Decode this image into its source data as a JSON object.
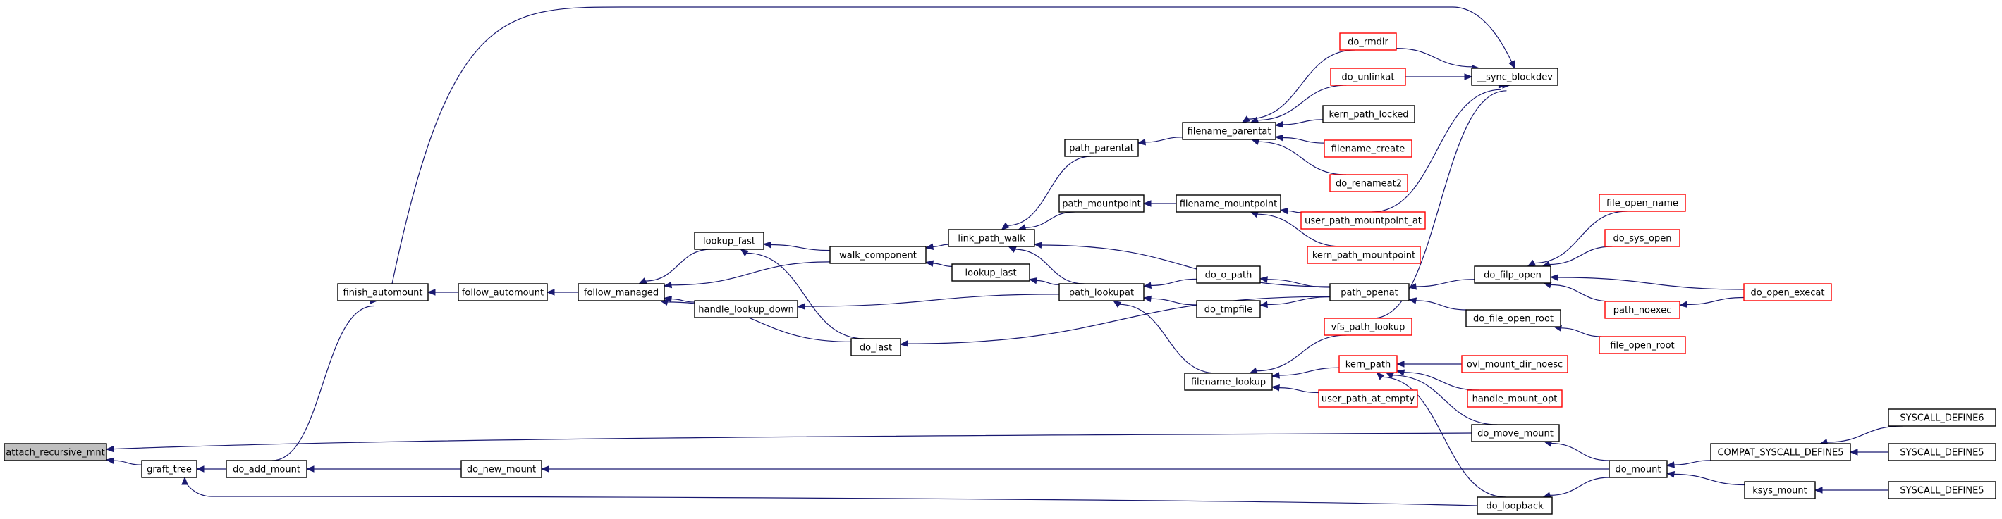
{
  "diagram": {
    "title": "",
    "colors": {
      "edge": "#191970",
      "root_fill": "#bfbfbf",
      "root_border": "#000000",
      "node_border": "#000000",
      "truncated_border": "#ff0000",
      "node_fill": "#ffffff"
    },
    "nodes": {
      "attach_recursive_mnt": {
        "label": "attach_recursive_mnt",
        "style": "root"
      },
      "graft_tree": {
        "label": "graft_tree",
        "style": "normal"
      },
      "do_add_mount": {
        "label": "do_add_mount",
        "style": "normal"
      },
      "finish_automount": {
        "label": "finish_automount",
        "style": "normal"
      },
      "follow_automount": {
        "label": "follow_automount",
        "style": "normal"
      },
      "follow_managed": {
        "label": "follow_managed",
        "style": "normal"
      },
      "lookup_fast": {
        "label": "lookup_fast",
        "style": "normal"
      },
      "handle_lookup_down": {
        "label": "handle_lookup_down",
        "style": "normal"
      },
      "do_last": {
        "label": "do_last",
        "style": "normal"
      },
      "walk_component": {
        "label": "walk_component",
        "style": "normal"
      },
      "link_path_walk": {
        "label": "link_path_walk",
        "style": "normal"
      },
      "lookup_last": {
        "label": "lookup_last",
        "style": "normal"
      },
      "path_parentat": {
        "label": "path_parentat",
        "style": "normal"
      },
      "path_mountpoint": {
        "label": "path_mountpoint",
        "style": "normal"
      },
      "path_lookupat": {
        "label": "path_lookupat",
        "style": "normal"
      },
      "filename_parentat": {
        "label": "filename_parentat",
        "style": "normal"
      },
      "filename_mountpoint": {
        "label": "filename_mountpoint",
        "style": "normal"
      },
      "do_o_path": {
        "label": "do_o_path",
        "style": "normal"
      },
      "do_tmpfile": {
        "label": "do_tmpfile",
        "style": "normal"
      },
      "filename_lookup": {
        "label": "filename_lookup",
        "style": "normal"
      },
      "do_rmdir": {
        "label": "do_rmdir",
        "style": "truncated"
      },
      "do_unlinkat": {
        "label": "do_unlinkat",
        "style": "truncated"
      },
      "kern_path_locked": {
        "label": "kern_path_locked",
        "style": "normal"
      },
      "filename_create": {
        "label": "filename_create",
        "style": "truncated"
      },
      "do_renameat2": {
        "label": "do_renameat2",
        "style": "truncated"
      },
      "user_path_mountpoint_at": {
        "label": "user_path_mountpoint_at",
        "style": "truncated"
      },
      "kern_path_mountpoint": {
        "label": "kern_path_mountpoint",
        "style": "truncated"
      },
      "path_openat": {
        "label": "path_openat",
        "style": "normal"
      },
      "vfs_path_lookup": {
        "label": "vfs_path_lookup",
        "style": "truncated"
      },
      "kern_path": {
        "label": "kern_path",
        "style": "truncated"
      },
      "user_path_at_empty": {
        "label": "user_path_at_empty",
        "style": "truncated"
      },
      "sync_blockdev": {
        "label": "__sync_blockdev",
        "style": "normal"
      },
      "do_filp_open": {
        "label": "do_filp_open",
        "style": "normal"
      },
      "do_file_open_root": {
        "label": "do_file_open_root",
        "style": "normal"
      },
      "ovl_mount_dir_noesc": {
        "label": "ovl_mount_dir_noesc",
        "style": "truncated"
      },
      "handle_mount_opt": {
        "label": "handle_mount_opt",
        "style": "truncated"
      },
      "do_move_mount": {
        "label": "do_move_mount",
        "style": "normal"
      },
      "do_loopback": {
        "label": "do_loopback",
        "style": "normal"
      },
      "do_new_mount": {
        "label": "do_new_mount",
        "style": "normal"
      },
      "file_open_name": {
        "label": "file_open_name",
        "style": "truncated"
      },
      "do_sys_open": {
        "label": "do_sys_open",
        "style": "truncated"
      },
      "path_noexec": {
        "label": "path_noexec",
        "style": "truncated"
      },
      "do_open_execat": {
        "label": "do_open_execat",
        "style": "truncated"
      },
      "file_open_root": {
        "label": "file_open_root",
        "style": "truncated"
      },
      "do_mount": {
        "label": "do_mount",
        "style": "normal"
      },
      "compat_syscall_define5": {
        "label": "COMPAT_SYSCALL_DEFINE5",
        "style": "normal"
      },
      "ksys_mount": {
        "label": "ksys_mount",
        "style": "normal"
      },
      "syscall_define6": {
        "label": "SYSCALL_DEFINE6",
        "style": "normal"
      },
      "syscall_define5_a": {
        "label": "SYSCALL_DEFINE5",
        "style": "normal"
      },
      "syscall_define5_b": {
        "label": "SYSCALL_DEFINE5",
        "style": "normal"
      }
    },
    "edges": [
      [
        "graft_tree",
        "attach_recursive_mnt"
      ],
      [
        "do_move_mount",
        "attach_recursive_mnt"
      ],
      [
        "do_add_mount",
        "graft_tree"
      ],
      [
        "do_loopback",
        "graft_tree"
      ],
      [
        "do_new_mount",
        "do_add_mount"
      ],
      [
        "do_add_mount",
        "finish_automount"
      ],
      [
        "finish_automount",
        "sync_blockdev"
      ],
      [
        "follow_automount",
        "finish_automount"
      ],
      [
        "follow_managed",
        "follow_automount"
      ],
      [
        "lookup_fast",
        "follow_managed"
      ],
      [
        "handle_lookup_down",
        "follow_managed"
      ],
      [
        "do_last",
        "follow_managed"
      ],
      [
        "walk_component",
        "follow_managed"
      ],
      [
        "walk_component",
        "lookup_fast"
      ],
      [
        "do_last",
        "lookup_fast"
      ],
      [
        "link_path_walk",
        "walk_component"
      ],
      [
        "lookup_last",
        "walk_component"
      ],
      [
        "path_parentat",
        "link_path_walk"
      ],
      [
        "path_mountpoint",
        "link_path_walk"
      ],
      [
        "path_lookupat",
        "link_path_walk"
      ],
      [
        "path_openat",
        "link_path_walk"
      ],
      [
        "path_lookupat",
        "lookup_last"
      ],
      [
        "path_lookupat",
        "handle_lookup_down"
      ],
      [
        "path_openat",
        "do_last"
      ],
      [
        "filename_parentat",
        "path_parentat"
      ],
      [
        "filename_mountpoint",
        "path_mountpoint"
      ],
      [
        "do_o_path",
        "path_lookupat"
      ],
      [
        "do_tmpfile",
        "path_lookupat"
      ],
      [
        "filename_lookup",
        "path_lookupat"
      ],
      [
        "do_rmdir",
        "filename_parentat"
      ],
      [
        "do_unlinkat",
        "filename_parentat"
      ],
      [
        "kern_path_locked",
        "filename_parentat"
      ],
      [
        "filename_create",
        "filename_parentat"
      ],
      [
        "do_renameat2",
        "filename_parentat"
      ],
      [
        "user_path_mountpoint_at",
        "filename_mountpoint"
      ],
      [
        "kern_path_mountpoint",
        "filename_mountpoint"
      ],
      [
        "path_openat",
        "do_o_path"
      ],
      [
        "path_openat",
        "do_tmpfile"
      ],
      [
        "vfs_path_lookup",
        "filename_lookup"
      ],
      [
        "kern_path",
        "filename_lookup"
      ],
      [
        "user_path_at_empty",
        "filename_lookup"
      ],
      [
        "do_rmdir",
        "sync_blockdev"
      ],
      [
        "do_unlinkat",
        "sync_blockdev"
      ],
      [
        "user_path_mountpoint_at",
        "sync_blockdev"
      ],
      [
        "vfs_path_lookup",
        "sync_blockdev"
      ],
      [
        "do_filp_open",
        "path_openat"
      ],
      [
        "do_file_open_root",
        "path_openat"
      ],
      [
        "ovl_mount_dir_noesc",
        "kern_path"
      ],
      [
        "handle_mount_opt",
        "kern_path"
      ],
      [
        "do_move_mount",
        "kern_path"
      ],
      [
        "do_loopback",
        "kern_path"
      ],
      [
        "file_open_name",
        "do_filp_open"
      ],
      [
        "do_sys_open",
        "do_filp_open"
      ],
      [
        "path_noexec",
        "do_filp_open"
      ],
      [
        "do_open_execat",
        "do_filp_open"
      ],
      [
        "file_open_root",
        "do_file_open_root"
      ],
      [
        "do_open_execat",
        "path_noexec"
      ],
      [
        "do_mount",
        "do_move_mount"
      ],
      [
        "do_mount",
        "do_loopback"
      ],
      [
        "do_mount",
        "do_new_mount"
      ],
      [
        "compat_syscall_define5",
        "do_mount"
      ],
      [
        "ksys_mount",
        "do_mount"
      ],
      [
        "syscall_define6",
        "compat_syscall_define5"
      ],
      [
        "syscall_define5_a",
        "compat_syscall_define5"
      ],
      [
        "syscall_define5_b",
        "ksys_mount"
      ]
    ]
  }
}
